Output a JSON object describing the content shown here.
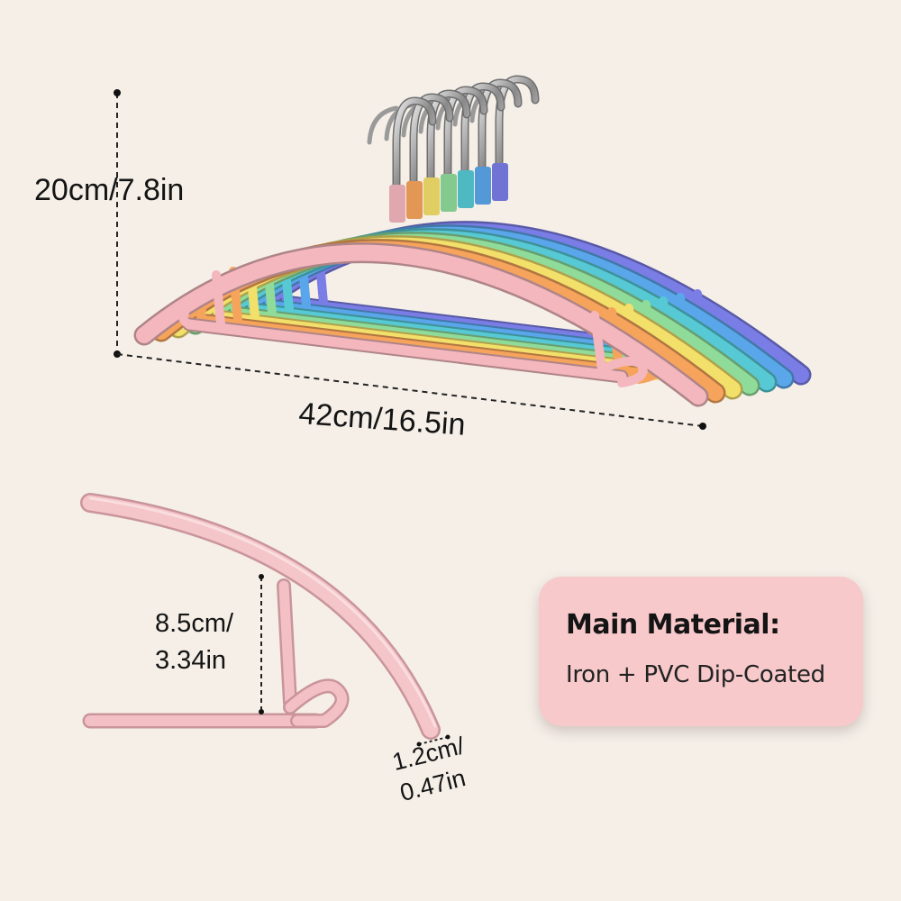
{
  "dimensions": {
    "height_label": "20cm/7.8in",
    "width_label": "42cm/16.5in",
    "hook_depth_label_line1": "8.5cm/",
    "hook_depth_label_line2": "3.34in",
    "thickness_label_line1": "1.2cm/",
    "thickness_label_line2": "0.47in"
  },
  "material_card": {
    "title": "Main Material:",
    "text": "Iron + PVC Dip-Coated",
    "background_color": "#f7c9cb"
  },
  "hanger_colors": [
    "#7b7de6",
    "#5aa6ea",
    "#56c9d4",
    "#8fdb9a",
    "#f3e06a",
    "#f6a45c",
    "#f3b7bd"
  ],
  "background_color": "#f5efe8",
  "icons": [
    "hanger-set-illustration",
    "hanger-closeup-illustration"
  ]
}
